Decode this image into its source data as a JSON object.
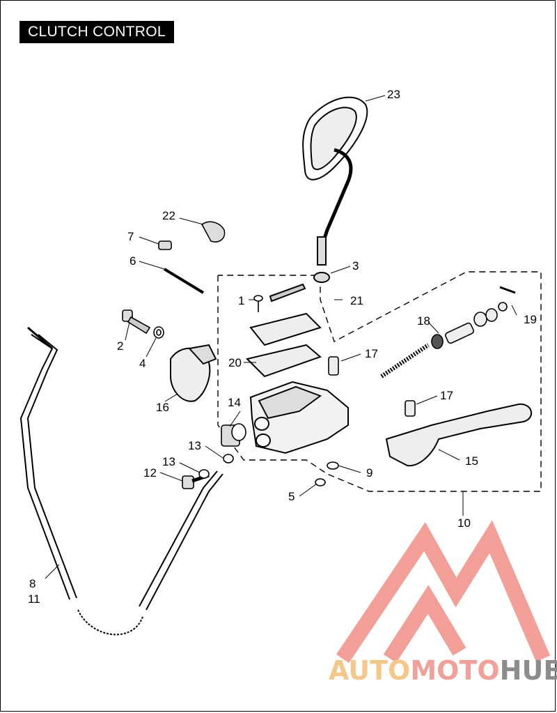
{
  "title": "CLUTCH CONTROL",
  "callouts": [
    "1",
    "2",
    "3",
    "4",
    "5",
    "6",
    "7",
    "8",
    "11",
    "9",
    "10",
    "12",
    "13",
    "13",
    "14",
    "15",
    "16",
    "17",
    "17",
    "18",
    "19",
    "20",
    "21",
    "22",
    "23"
  ],
  "watermark": {
    "part1": "AUTO",
    "part2": "MOTO",
    "part3": "HUB",
    "colors": {
      "auto": "#f3c98b",
      "moto": "#f2a09a",
      "hub": "#8c8c8c",
      "logo": "#f08f86"
    }
  }
}
